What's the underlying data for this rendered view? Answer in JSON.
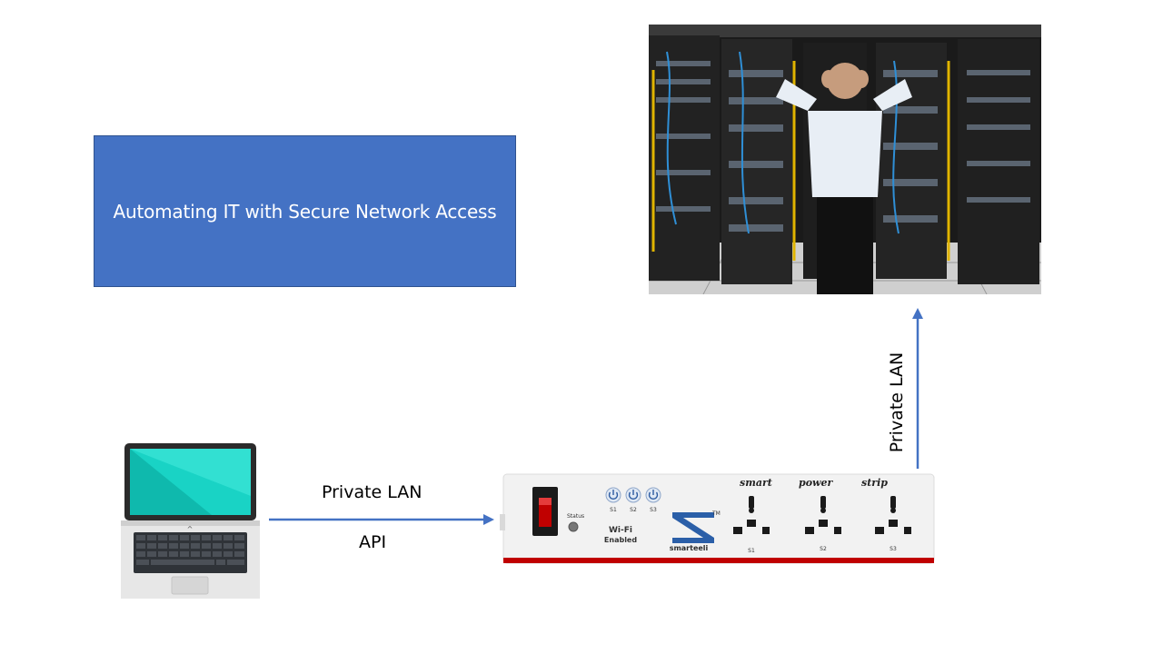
{
  "title_box": {
    "text": "Automating IT with Secure Network Access"
  },
  "connections": {
    "laptop_to_strip": {
      "label_top": "Private LAN",
      "label_bottom": "API"
    },
    "strip_to_servers": {
      "label": "Private LAN"
    }
  },
  "power_strip": {
    "brand": "smarteeli",
    "trademark": "TM",
    "tagline": [
      "smart",
      "power",
      "strip"
    ],
    "status_label": "Status",
    "wifi_line1": "Wi-Fi",
    "wifi_line2": "Enabled",
    "switches": [
      "S1",
      "S2",
      "S3"
    ],
    "sockets": [
      "S1",
      "S2",
      "S3"
    ]
  },
  "colors": {
    "title_box_fill": "#4472c4",
    "arrow": "#4472c4",
    "laptop_screen": "#19d3c5",
    "strip_body": "#f2f2f2",
    "strip_accent": "#c00000"
  }
}
